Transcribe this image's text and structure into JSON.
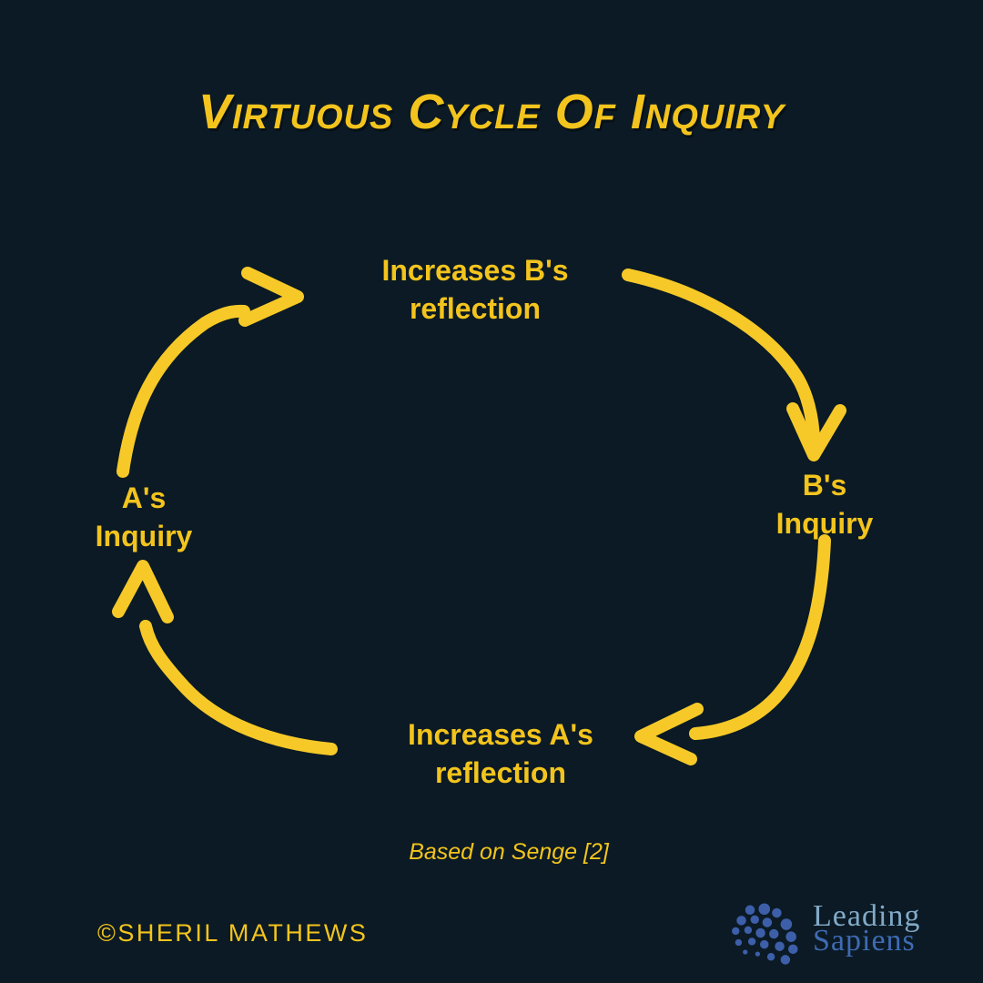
{
  "colors": {
    "background": "#0b1a24",
    "text_yellow": "#f3c41d",
    "arrow_yellow": "#f6c928",
    "logo_dot_blue": "#3d5fa9",
    "logo_leading_blue": "#82aac8",
    "logo_sapiens_blue": "#3e6bb2"
  },
  "title": {
    "text": "Virtuous Cycle Of Inquiry"
  },
  "cycle": {
    "node_top": {
      "line1": "Increases B's",
      "line2": "reflection"
    },
    "node_right": {
      "line1": "B's",
      "line2": "Inquiry"
    },
    "node_bottom": {
      "line1": "Increases A's",
      "line2": "reflection"
    },
    "node_left": {
      "line1": "A's",
      "line2": "Inquiry"
    },
    "arrow_names": [
      "curved-arrow-left-up-icon",
      "curved-arrow-right-down-icon",
      "curved-arrow-down-left-icon",
      "curved-arrow-up-left-icon"
    ]
  },
  "caption": {
    "text": "Based on Senge [2]"
  },
  "credit": {
    "text": "©SHERIL MATHEWS"
  },
  "logo": {
    "name": "Leading Sapiens",
    "line1": "Leading",
    "line2": "Sapiens"
  }
}
